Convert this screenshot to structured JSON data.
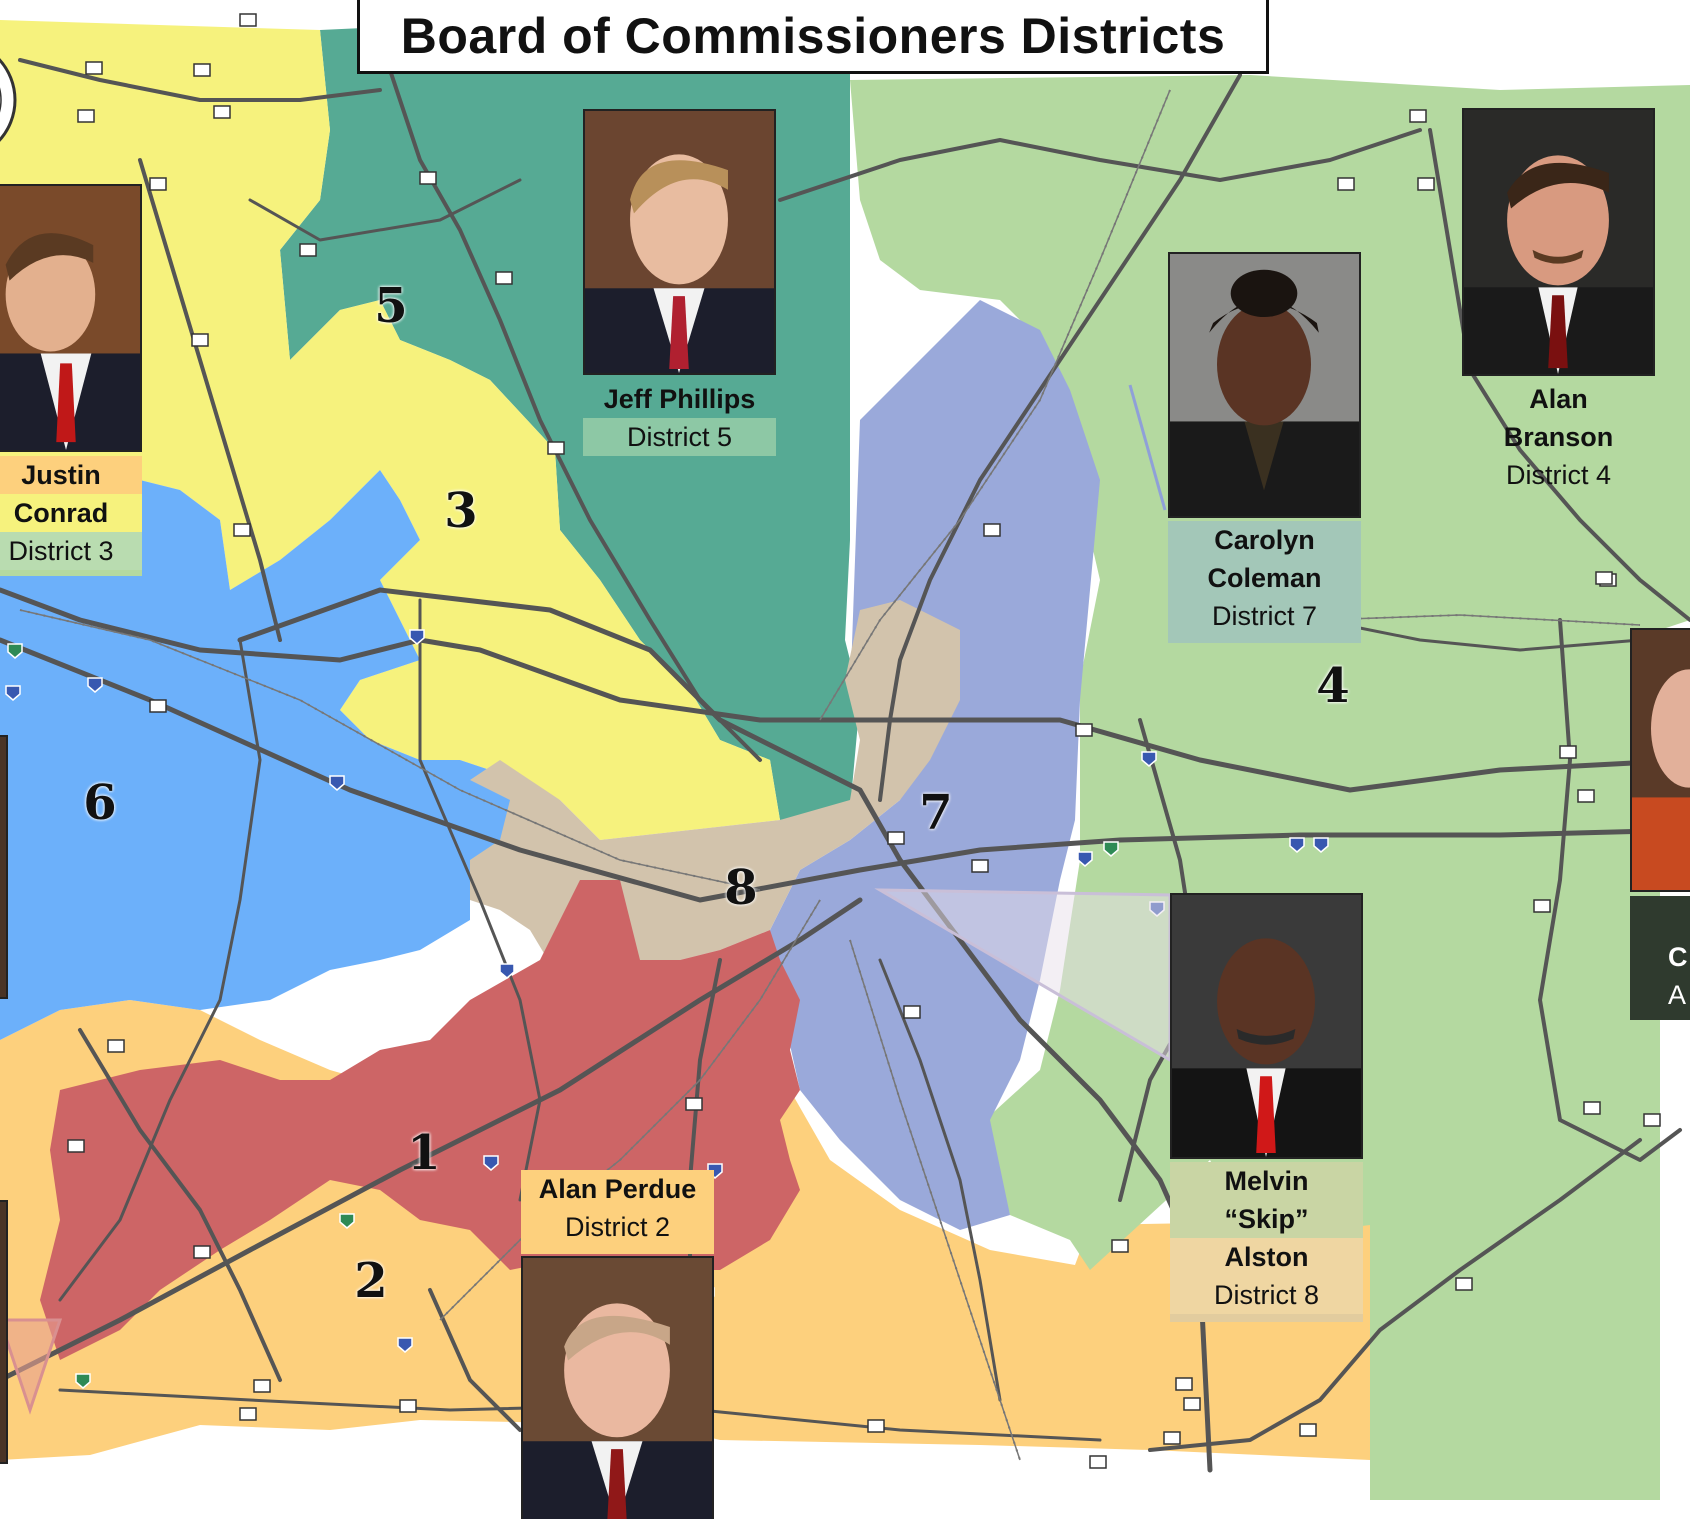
{
  "title": "Board of Commissioners Districts",
  "district_labels": [
    "5",
    "3",
    "6",
    "4",
    "7",
    "8",
    "1",
    "2"
  ],
  "commissioners": [
    {
      "name": "Justin Conrad",
      "name_lines": [
        "Justin",
        "Conrad"
      ],
      "district": "District 3"
    },
    {
      "name": "Jeff Phillips",
      "name_lines": [
        "Jeff Phillips"
      ],
      "district": "District 5"
    },
    {
      "name": "Alan Branson",
      "name_lines": [
        "Alan",
        "Branson"
      ],
      "district": "District 4"
    },
    {
      "name": "Carolyn Coleman",
      "name_lines": [
        "Carolyn",
        "Coleman"
      ],
      "district": "District 7"
    },
    {
      "name": "Melvin “Skip” Alston",
      "name_lines": [
        "Melvin",
        "“Skip”",
        "Alston"
      ],
      "district": "District 8"
    },
    {
      "name": "Alan Perdue",
      "name_lines": [
        "Alan Perdue"
      ],
      "district": "District 2"
    },
    {
      "name": "C",
      "name_lines": [
        "C"
      ],
      "district": "A"
    }
  ],
  "colors": {
    "district_1": "#cd6566",
    "district_2": "#fdd07d",
    "district_3": "#f6f27d",
    "district_4": "#b4d9a0",
    "district_5": "#56aa94",
    "district_6": "#6cb0fa",
    "district_7": "#9aa9da",
    "district_8": "#d2c3ac",
    "roads": "#555555"
  },
  "icons": [
    "highway-shield-icon",
    "interstate-shield-icon",
    "county-seal-icon",
    "portrait-photo-icon"
  ]
}
